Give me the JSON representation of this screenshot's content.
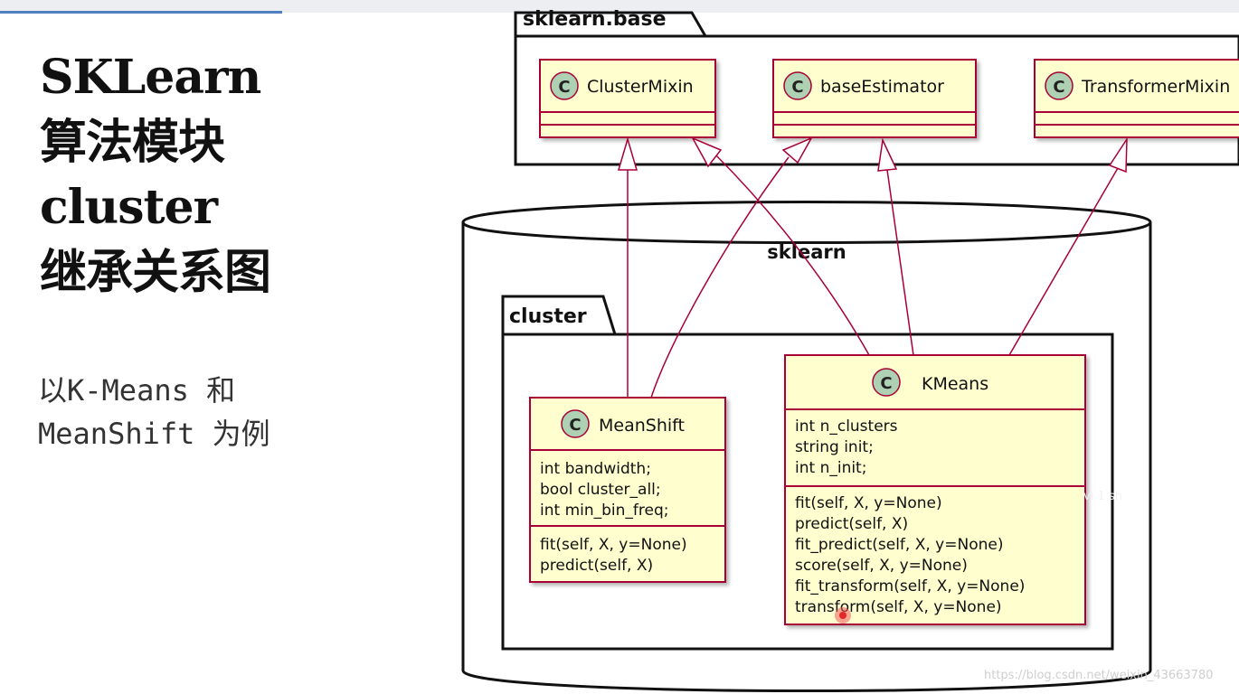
{
  "title": {
    "line1": "SKLearn",
    "line2": "算法模块",
    "line3": "cluster",
    "line4": "继承关系图"
  },
  "subtitle": {
    "line1": "以K-Means 和",
    "line2": "MeanShift 为例"
  },
  "diagram": {
    "base_package": {
      "label": "sklearn.base"
    },
    "sklearn_package": {
      "label": "sklearn"
    },
    "cluster_package": {
      "label": "cluster"
    },
    "classes": {
      "cluster_mixin": {
        "badge": "C",
        "name": "ClusterMixin"
      },
      "base_estimator": {
        "badge": "C",
        "name": "baseEstimator"
      },
      "transformer_mixin": {
        "badge": "C",
        "name": "TransformerMixin"
      },
      "meanshift": {
        "badge": "C",
        "name": "MeanShift",
        "fields": [
          "int bandwidth;",
          "bool cluster_all;",
          "int min_bin_freq;"
        ],
        "methods": [
          "fit(self, X, y=None)",
          "predict(self, X)"
        ]
      },
      "kmeans": {
        "badge": "C",
        "name": "KMeans",
        "fields": [
          "int n_clusters",
          "string init;",
          "int n_init;"
        ],
        "methods": [
          "fit(self, X, y=None)",
          "predict(self, X)",
          "fit_predict(self, X, y=None)",
          "score(self, X, y=None)",
          "fit_transform(self, X, y=None)",
          "transform(self, X, y=None)"
        ]
      }
    },
    "colors": {
      "class_fill": "#fefece",
      "class_border": "#a80036",
      "badge_fill": "#add1b2",
      "arrow": "#a80036"
    }
  },
  "overlay": {
    "text": "vi 1  sh"
  },
  "watermark": {
    "text": "https://blog.csdn.net/weixin_43663780"
  }
}
